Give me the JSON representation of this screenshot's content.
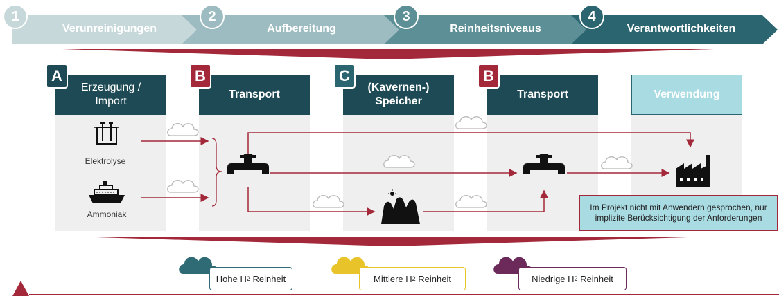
{
  "steps": [
    {
      "num": "1",
      "label": "Verunreinigungen"
    },
    {
      "num": "2",
      "label": "Aufbereitung"
    },
    {
      "num": "3",
      "label": "Reinheitsniveaus"
    },
    {
      "num": "4",
      "label": "Verantwortlichkeiten"
    }
  ],
  "columns": [
    {
      "badge": "A",
      "title_lines": [
        "Erzeugung /",
        "Import"
      ]
    },
    {
      "badge": "B",
      "title_lines": [
        "Transport"
      ]
    },
    {
      "badge": "C",
      "title_lines": [
        "(Kavernen-)",
        "Speicher"
      ]
    },
    {
      "badge": "B",
      "title_lines": [
        "Transport"
      ]
    },
    {
      "badge": "",
      "title_lines": [
        "Verwendung"
      ]
    }
  ],
  "sources": {
    "electrolysis": "Elektrolyse",
    "ammonia": "Ammoniak"
  },
  "note": "Im Projekt nicht mit Anwendern gesprochen, nur implizite Berücksichtigung der Anforderungen",
  "legend": [
    {
      "label_main": "Hohe H",
      "label_sub": "2",
      "label_end": " Reinheit",
      "color": "#2e6b74"
    },
    {
      "label_main": "Mittlere H",
      "label_sub": "2",
      "label_end": " Reinheit",
      "color": "#e8c42a"
    },
    {
      "label_main": "Niedrige H",
      "label_sub": "2",
      "label_end": " Reinheit",
      "color": "#6b2a5a"
    }
  ],
  "icons": [
    "electrolyzer-icon",
    "ship-icon",
    "pipeline-valve-icon",
    "cavern-storage-icon",
    "factory-icon",
    "cloud-icon",
    "warning-icon"
  ],
  "colors": {
    "dark_teal": "#1d4a55",
    "accent_red": "#a3293a",
    "light_teal": "#a9dbe3",
    "column_bg": "#efefef"
  }
}
